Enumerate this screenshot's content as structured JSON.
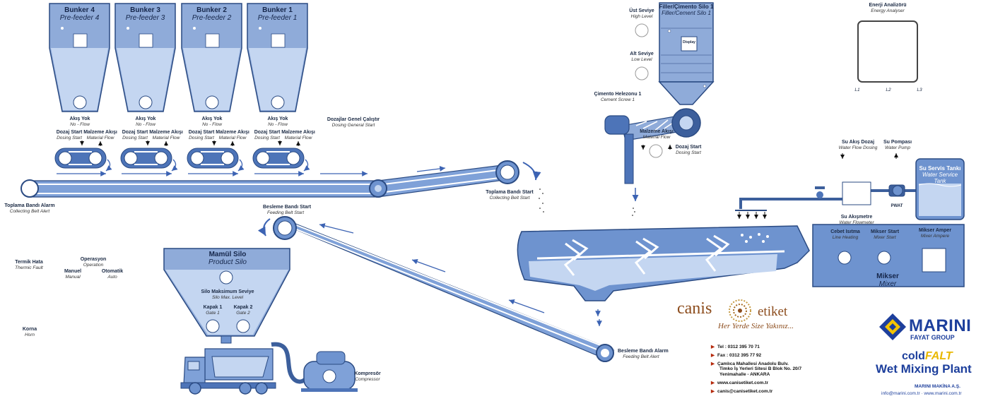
{
  "bunkers": [
    {
      "title": "Bunker 4",
      "subtitle": "Pre-feeder 4",
      "flow_tr": "Akış Yok",
      "flow_en": "No - Flow",
      "dosing_tr": "Dozaj Start",
      "dosing_en": "Dosing Start",
      "material_tr": "Malzeme Akışı",
      "material_en": "Material Flow"
    },
    {
      "title": "Bunker 3",
      "subtitle": "Pre-feeder 3",
      "flow_tr": "Akış Yok",
      "flow_en": "No - Flow",
      "dosing_tr": "Dozaj Start",
      "dosing_en": "Dosing Start",
      "material_tr": "Malzeme Akışı",
      "material_en": "Material Flow"
    },
    {
      "title": "Bunker 2",
      "subtitle": "Pre-feeder 2",
      "flow_tr": "Akış Yok",
      "flow_en": "No - Flow",
      "dosing_tr": "Dozaj Start",
      "dosing_en": "Dosing Start",
      "material_tr": "Malzeme Akışı",
      "material_en": "Material Flow"
    },
    {
      "title": "Bunker 1",
      "subtitle": "Pre-feeder 1",
      "flow_tr": "Akış Yok",
      "flow_en": "No - Flow",
      "dosing_tr": "Dozaj Start",
      "dosing_en": "Dosing Start",
      "material_tr": "Malzeme Akışı",
      "material_en": "Material Flow"
    }
  ],
  "dosing_general": {
    "tr": "Dozajlar Genel Çalıştır",
    "en": "Dosing General Start"
  },
  "collecting_alarm": {
    "tr": "Toplama Bandı Alarm",
    "en": "Collecting Belt Alert"
  },
  "collecting_start": {
    "tr": "Toplama Bandı Start",
    "en": "Collecting Belt Start"
  },
  "feeding_start": {
    "tr": "Besleme Bandı Start",
    "en": "Feeding Belt Start"
  },
  "feeding_alarm": {
    "tr": "Besleme Bandı Alarm",
    "en": "Feeding Belt Alert"
  },
  "product_silo": {
    "title_tr": "Mamül Silo",
    "title_en": "Product Silo",
    "max_tr": "Silo Maksimum Seviye",
    "max_en": "Silo Max. Level",
    "gate1_tr": "Kapak 1",
    "gate1_en": "Gate 1",
    "gate2_tr": "Kapak 2",
    "gate2_en": "Gate 2"
  },
  "compressor": {
    "tr": "Kompresör",
    "en": "Compressor"
  },
  "status": {
    "thermal_tr": "Termik Hata",
    "thermal_en": "Thermic Fault",
    "operation_tr": "Operasyon",
    "operation_en": "Operation",
    "manual_tr": "Manuel",
    "manual_en": "Manual",
    "auto_tr": "Otomatik",
    "auto_en": "Auto",
    "horn_tr": "Korna",
    "horn_en": "Horn"
  },
  "filler_silo": {
    "title_tr": "Filler/Çimento Silo 1",
    "title_en": "Filler/Cement Silo 1",
    "display": "Display",
    "high_tr": "Üst Seviye",
    "high_en": "High Level",
    "low_tr": "Alt Seviye",
    "low_en": "Low Level"
  },
  "cement_screw": {
    "tr": "Çimento Helezonu 1",
    "en": "Cement Screw 1"
  },
  "screw_material": {
    "tr": "Malzeme Akışı",
    "en": "Material Flow"
  },
  "screw_dosing": {
    "tr": "Dozaj Start",
    "en": "Dosing Start"
  },
  "energy": {
    "tr": "Enerji Analizörü",
    "en": "Energy Analyser",
    "phases": [
      "L1",
      "L2",
      "L3"
    ]
  },
  "water": {
    "flow_dosing_tr": "Su Akış Dozaj",
    "flow_dosing_en": "Water Flow Dosing",
    "pump_tr": "Su Pompası",
    "pump_en": "Water Pump",
    "tank_tr": "Su Servis Tankı",
    "tank_en": "Water Service Tank",
    "meter_tr": "Su Akışmetre",
    "meter_en": "Water Flowmeter",
    "pwat": "PWAT"
  },
  "mixer": {
    "line_heating_tr": "Cebet Isıtma",
    "line_heating_en": "Line Heating",
    "start_tr": "Mikser Start",
    "start_en": "Mixer Start",
    "ampere_tr": "Mikser Amper",
    "ampere_en": "Mixer Ampere",
    "title_tr": "Mikser",
    "title_en": "Mixer"
  },
  "canis": {
    "brand_left": "canis",
    "brand_right": "etiket",
    "slogan": "Her Yerde Size Yakınız...",
    "contact": [
      "Tel   : 0312 395 70 71",
      "Fax   : 0312 395 77 92",
      "Çamlıca Mahallesi Anadolu Bulv.",
      "Timko İş Yerleri Sitesi B Blok No. 20/7",
      "Yenimahalle - ANKARA",
      "www.canisetiket.com.tr",
      "canis@canisetiket.com.tr"
    ]
  },
  "marini": {
    "brand": "MARINI",
    "group": "FAYAT GROUP",
    "cold": "cold",
    "falt": "FALT",
    "product": "Wet Mixing Plant",
    "company": "MARINI MAKİNA A.Ş.",
    "web": "info@marini.com.tr · www.marini.com.tr"
  },
  "colors": {
    "primary": "#6e93cf",
    "dark": "#3c5f9c",
    "light": "#c4d6f1",
    "fill": "#a9c2e8",
    "outline": "#2a4a82"
  }
}
